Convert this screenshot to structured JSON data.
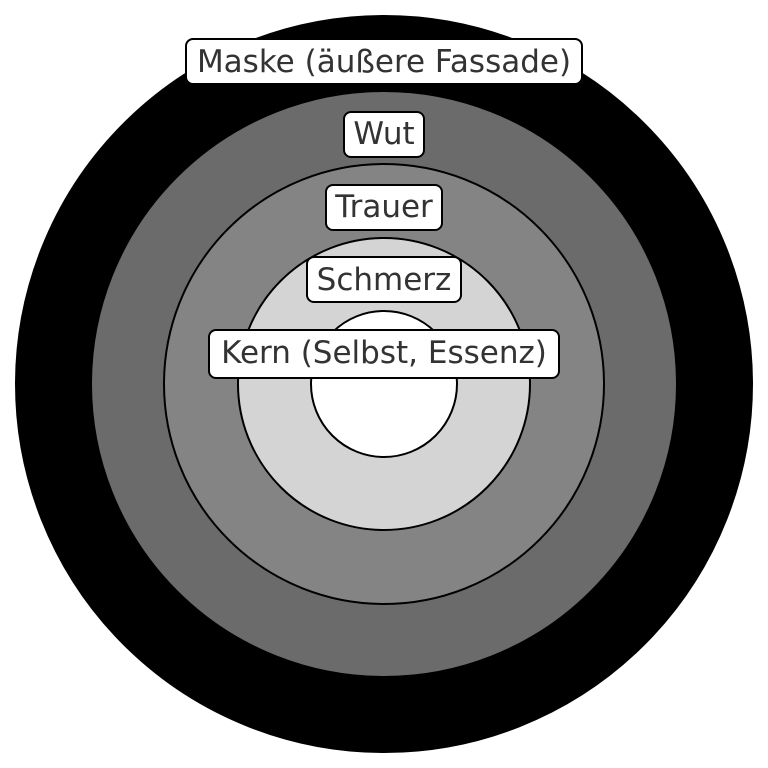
{
  "layers": [
    {
      "id": "maske",
      "label": "Maske (äußere Fassade)",
      "color": "#000000"
    },
    {
      "id": "wut",
      "label": "Wut",
      "color": "#6b6b6b"
    },
    {
      "id": "trauer",
      "label": "Trauer",
      "color": "#848484"
    },
    {
      "id": "schmerz",
      "label": "Schmerz",
      "color": "#d4d4d4"
    },
    {
      "id": "kern",
      "label": "Kern (Selbst, Essenz)",
      "color": "#ffffff"
    }
  ]
}
